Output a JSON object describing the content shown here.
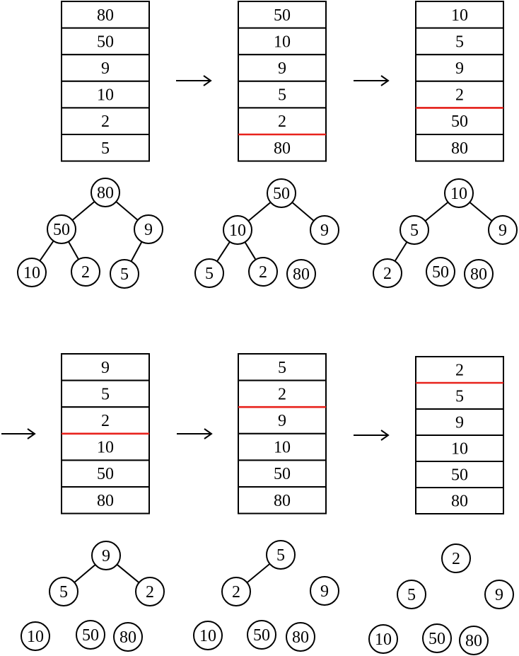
{
  "colors": {
    "stroke": "#000000",
    "divider": "#e8221c",
    "background": "#ffffff"
  },
  "icons": {
    "arrow": "right-arrow-icon"
  },
  "steps": [
    {
      "array": [
        "80",
        "50",
        "9",
        "10",
        "2",
        "5"
      ],
      "sorted_boundary": null,
      "tree_nodes": [
        "80",
        "50",
        "9",
        "10",
        "2",
        "5"
      ],
      "tree_edges": [
        [
          0,
          1
        ],
        [
          0,
          2
        ],
        [
          1,
          3
        ],
        [
          1,
          4
        ],
        [
          2,
          5
        ]
      ]
    },
    {
      "array": [
        "50",
        "10",
        "9",
        "5",
        "2",
        "80"
      ],
      "sorted_boundary": 5,
      "tree_nodes": [
        "50",
        "10",
        "9",
        "5",
        "2",
        "80"
      ],
      "tree_edges": [
        [
          0,
          1
        ],
        [
          0,
          2
        ],
        [
          1,
          3
        ],
        [
          1,
          4
        ]
      ]
    },
    {
      "array": [
        "10",
        "5",
        "9",
        "2",
        "50",
        "80"
      ],
      "sorted_boundary": 4,
      "tree_nodes": [
        "10",
        "5",
        "9",
        "2",
        "50",
        "80"
      ],
      "tree_edges": [
        [
          0,
          1
        ],
        [
          0,
          2
        ],
        [
          1,
          3
        ]
      ]
    },
    {
      "array": [
        "9",
        "5",
        "2",
        "10",
        "50",
        "80"
      ],
      "sorted_boundary": 3,
      "tree_nodes": [
        "9",
        "5",
        "2",
        "10",
        "50",
        "80"
      ],
      "tree_edges": [
        [
          0,
          1
        ],
        [
          0,
          2
        ]
      ]
    },
    {
      "array": [
        "5",
        "2",
        "9",
        "10",
        "50",
        "80"
      ],
      "sorted_boundary": 2,
      "tree_nodes": [
        "5",
        "2",
        "9",
        "10",
        "50",
        "80"
      ],
      "tree_edges": [
        [
          0,
          1
        ]
      ]
    },
    {
      "array": [
        "2",
        "5",
        "9",
        "10",
        "50",
        "80"
      ],
      "sorted_boundary": 1,
      "tree_nodes": [
        "2",
        "5",
        "9",
        "10",
        "50",
        "80"
      ],
      "tree_edges": []
    }
  ]
}
